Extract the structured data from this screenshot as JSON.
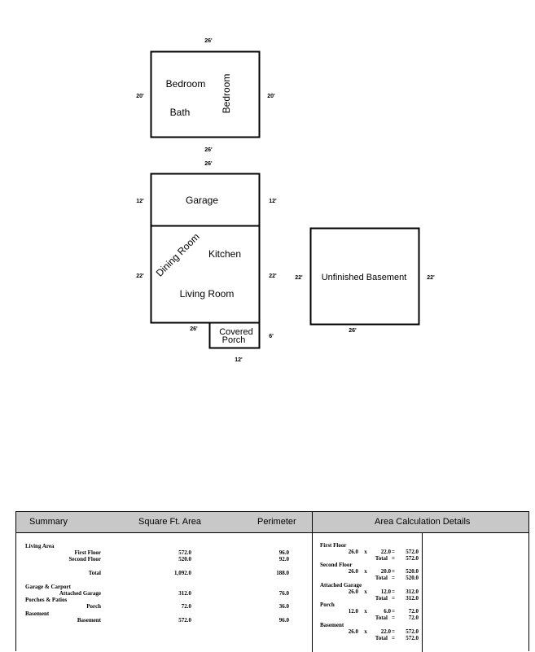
{
  "floorplan": {
    "upper": {
      "rooms": [
        "Bedroom",
        "Bath",
        "Bedroom"
      ],
      "dims": {
        "top": "26'",
        "bottom": "26'",
        "left": "20'",
        "right": "20'"
      }
    },
    "garage": {
      "room": "Garage",
      "dims": {
        "top": "26'",
        "left": "12'",
        "right": "12'"
      }
    },
    "living": {
      "rooms": [
        "Dining Room",
        "Kitchen",
        "Living Room"
      ],
      "dims": {
        "left": "22'",
        "right": "22'",
        "bottom": "26'"
      }
    },
    "porch": {
      "room_line1": "Covered",
      "room_line2": "Porch",
      "dims": {
        "right": "6'",
        "bottom": "12'"
      }
    },
    "basement": {
      "room": "Unfinished Basement",
      "dims": {
        "left": "22'",
        "right": "22'",
        "bottom": "26'"
      }
    }
  },
  "report": {
    "headers": {
      "summary": "Summary",
      "area": "Square Ft. Area",
      "perimeter": "Perimeter",
      "details": "Area Calculation Details"
    },
    "summary_rows": [
      {
        "label": "Living Area",
        "indent": false,
        "area": "",
        "perimeter": ""
      },
      {
        "label": "First Floor",
        "indent": true,
        "area": "572.0",
        "perimeter": "96.0"
      },
      {
        "label": "Second Floor",
        "indent": true,
        "area": "520.0",
        "perimeter": "92.0"
      },
      {
        "label": "Total",
        "indent": true,
        "area": "1,092.0",
        "perimeter": "188.0"
      },
      {
        "label": "Garage & Carport",
        "indent": false,
        "area": "",
        "perimeter": ""
      },
      {
        "label": "Attached Garage",
        "indent": true,
        "area": "312.0",
        "perimeter": "76.0"
      },
      {
        "label": "Porches & Patios",
        "indent": false,
        "area": "",
        "perimeter": ""
      },
      {
        "label": "Porch",
        "indent": true,
        "area": "72.0",
        "perimeter": "36.0"
      },
      {
        "label": "Basement",
        "indent": false,
        "area": "",
        "perimeter": ""
      },
      {
        "label": "Basement",
        "indent": true,
        "area": "572.0",
        "perimeter": "96.0"
      }
    ],
    "details": [
      {
        "heading": "First Floor",
        "a": "26.0",
        "x": "x",
        "b": "22.0",
        "eq": "=",
        "product": "572.0",
        "total_label": "Total",
        "total_eq": "=",
        "total": "572.0"
      },
      {
        "heading": "Second Floor",
        "a": "26.0",
        "x": "x",
        "b": "20.0",
        "eq": "=",
        "product": "520.0",
        "total_label": "Total",
        "total_eq": "=",
        "total": "520.0"
      },
      {
        "heading": "Attached Garage",
        "a": "26.0",
        "x": "x",
        "b": "12.0",
        "eq": "=",
        "product": "312.0",
        "total_label": "Total",
        "total_eq": "=",
        "total": "312.0"
      },
      {
        "heading": "Porch",
        "a": "12.0",
        "x": "x",
        "b": "6.0",
        "eq": "=",
        "product": "72.0",
        "total_label": "Total",
        "total_eq": "=",
        "total": "72.0"
      },
      {
        "heading": "Basement",
        "a": "26.0",
        "x": "x",
        "b": "22.0",
        "eq": "=",
        "product": "572.0",
        "total_label": "Total",
        "total_eq": "=",
        "total": "572.0"
      }
    ]
  }
}
